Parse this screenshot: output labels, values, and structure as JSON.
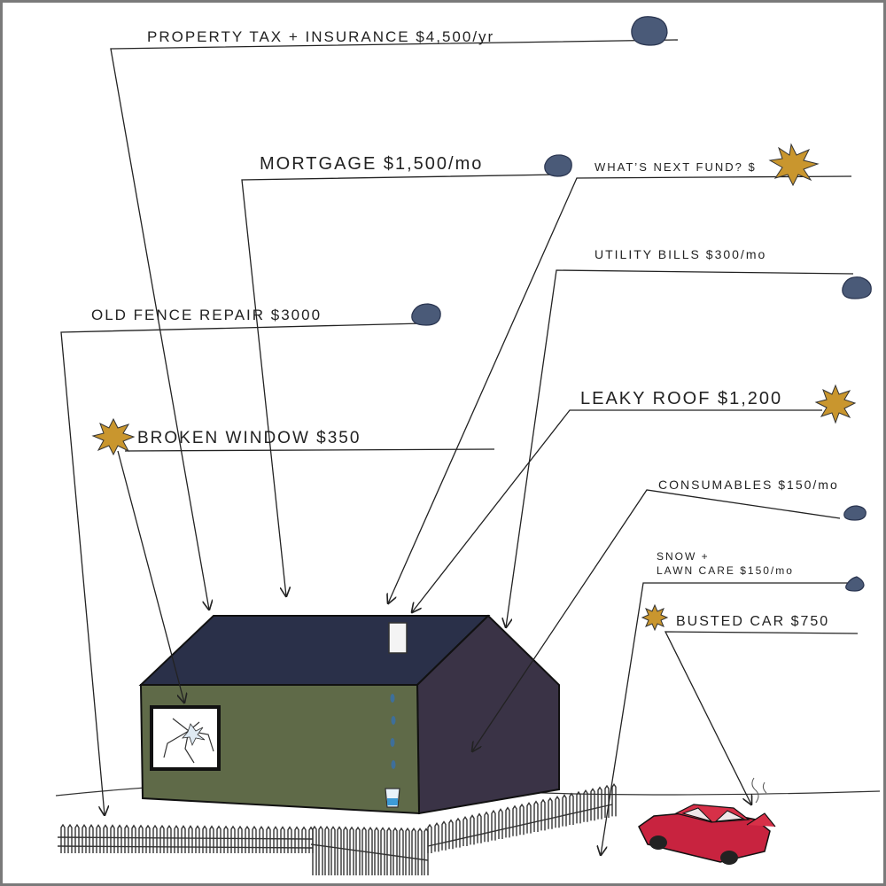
{
  "labels": {
    "property_tax": "PROPERTY TAX + INSURANCE $4,500/yr",
    "mortgage": "MORTGAGE $1,500/mo",
    "whats_next": "WHAT’S NEXT FUND? $",
    "utility": "UTILITY BILLS $300/mo",
    "fence": "OLD FENCE REPAIR $3000",
    "leaky_roof": "LEAKY ROOF $1,200",
    "broken_window": "BROKEN WINDOW $350",
    "consumables": "CONSUMABLES $150/mo",
    "snow_line1": "SNOW +",
    "snow_line2": "LAWN CARE $150/mo",
    "busted_car": "BUSTED CAR $750"
  },
  "colors": {
    "rock": "#4a5a78",
    "burst": "#c9962e",
    "roof": "#2a3049",
    "wall_front": "#5f6a48",
    "wall_side": "#3a3346",
    "car": "#c8233f",
    "ink": "#222222"
  },
  "icons": {
    "recurring_cost": "rock-icon",
    "one_time_cost": "burst-icon"
  }
}
